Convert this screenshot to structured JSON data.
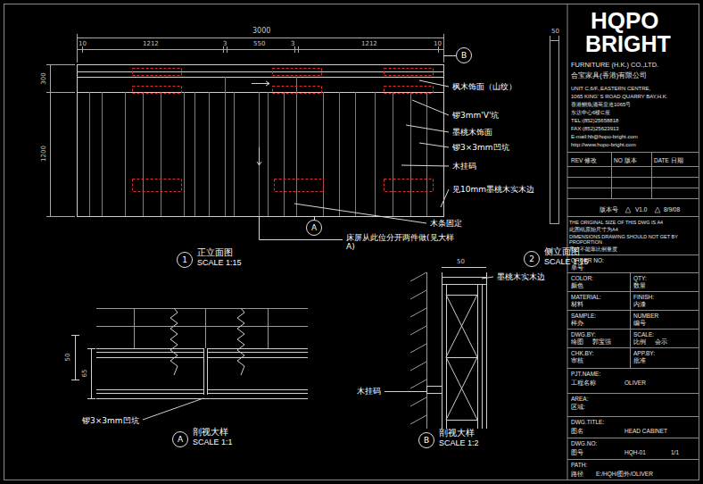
{
  "diagram": {
    "nodes": [
      {
        "text": [
          "B"
        ]
      },
      {
        "text": [
          "A"
        ]
      },
      {
        "text": [
          "1",
          "正立面图",
          "SCALE 1:15"
        ]
      },
      {
        "text": [
          "2",
          "侧立面图",
          "SCALE 1:15"
        ]
      },
      {
        "text": [
          "A",
          "剖视大样",
          "SCALE 1:1"
        ]
      },
      {
        "text": [
          "B",
          "剖视大样",
          "SCALE 1:2"
        ]
      }
    ],
    "labels": [
      "3000",
      "10",
      "1212",
      "3",
      "550",
      "3",
      "1212",
      "10",
      "300",
      "1200",
      "枫木饰面（山纹）",
      "锣3mm'V'坑",
      "墨桃木饰面",
      "锣3×3mm凹坑",
      "木挂码",
      "见10mm墨桃木实木边",
      "木条固定",
      "床屏从此位分开两件做(见大样A)",
      "50",
      "50",
      "墨桃木实木边",
      "50",
      "65",
      "锣3×3mm凹坑",
      "木挂码",
      "HQPO",
      "BRIGHT",
      "FURNITURE (H.K.) CO.,LTD.",
      "合宝家具(香港)有限公司",
      "UNIT C,6/F.,EASTERN CENTRE,",
      "1065 KING' S ROAD QUARRY BAY,H.K.",
      "香港鰂魚涌英皇道1065号",
      "东达中心6楼C座",
      "TEL:(852)25658818",
      "FAX:(852)25623913",
      "E-mail:hb@hopo-bright.com",
      "http://www.hopo-bright.com",
      "REV 修改",
      "NO 版本",
      "DATE 日期",
      "版本号",
      "V1.0",
      "8/9/08",
      "THE ORIGINAL SIZE OF THIS DWG IS A4",
      "此图纸原始尺寸为A4",
      "DIMENSIONS DRAWING SHOULD NOT GET BY PROPORTION",
      "尺寸不能靠比例量度",
      "ORDER NO:",
      "单号",
      "COLOR:",
      "QTY:",
      "颜色",
      "数量",
      "MATERIAL:",
      "FINISH:",
      "材料",
      "内漆",
      "SAMPLE:",
      "NUMBER",
      "样办",
      "编号",
      "DWG.BY:",
      "SCALE:",
      "绘图",
      "郭宝强",
      "比例",
      "会示",
      "CHK.BY:",
      "APP.BY:",
      "审核",
      "批准",
      "PJT.NAME:",
      "工程名称",
      "OLIVER",
      "AREA:",
      "区域:",
      "DWG.TITLE:",
      "图名",
      "HEAD CABINET",
      "DWG.NO:",
      "图号",
      "HQH-01",
      "1/1",
      "PATH:",
      "路径",
      "E:/HQH/图外/OLIVER"
    ]
  }
}
